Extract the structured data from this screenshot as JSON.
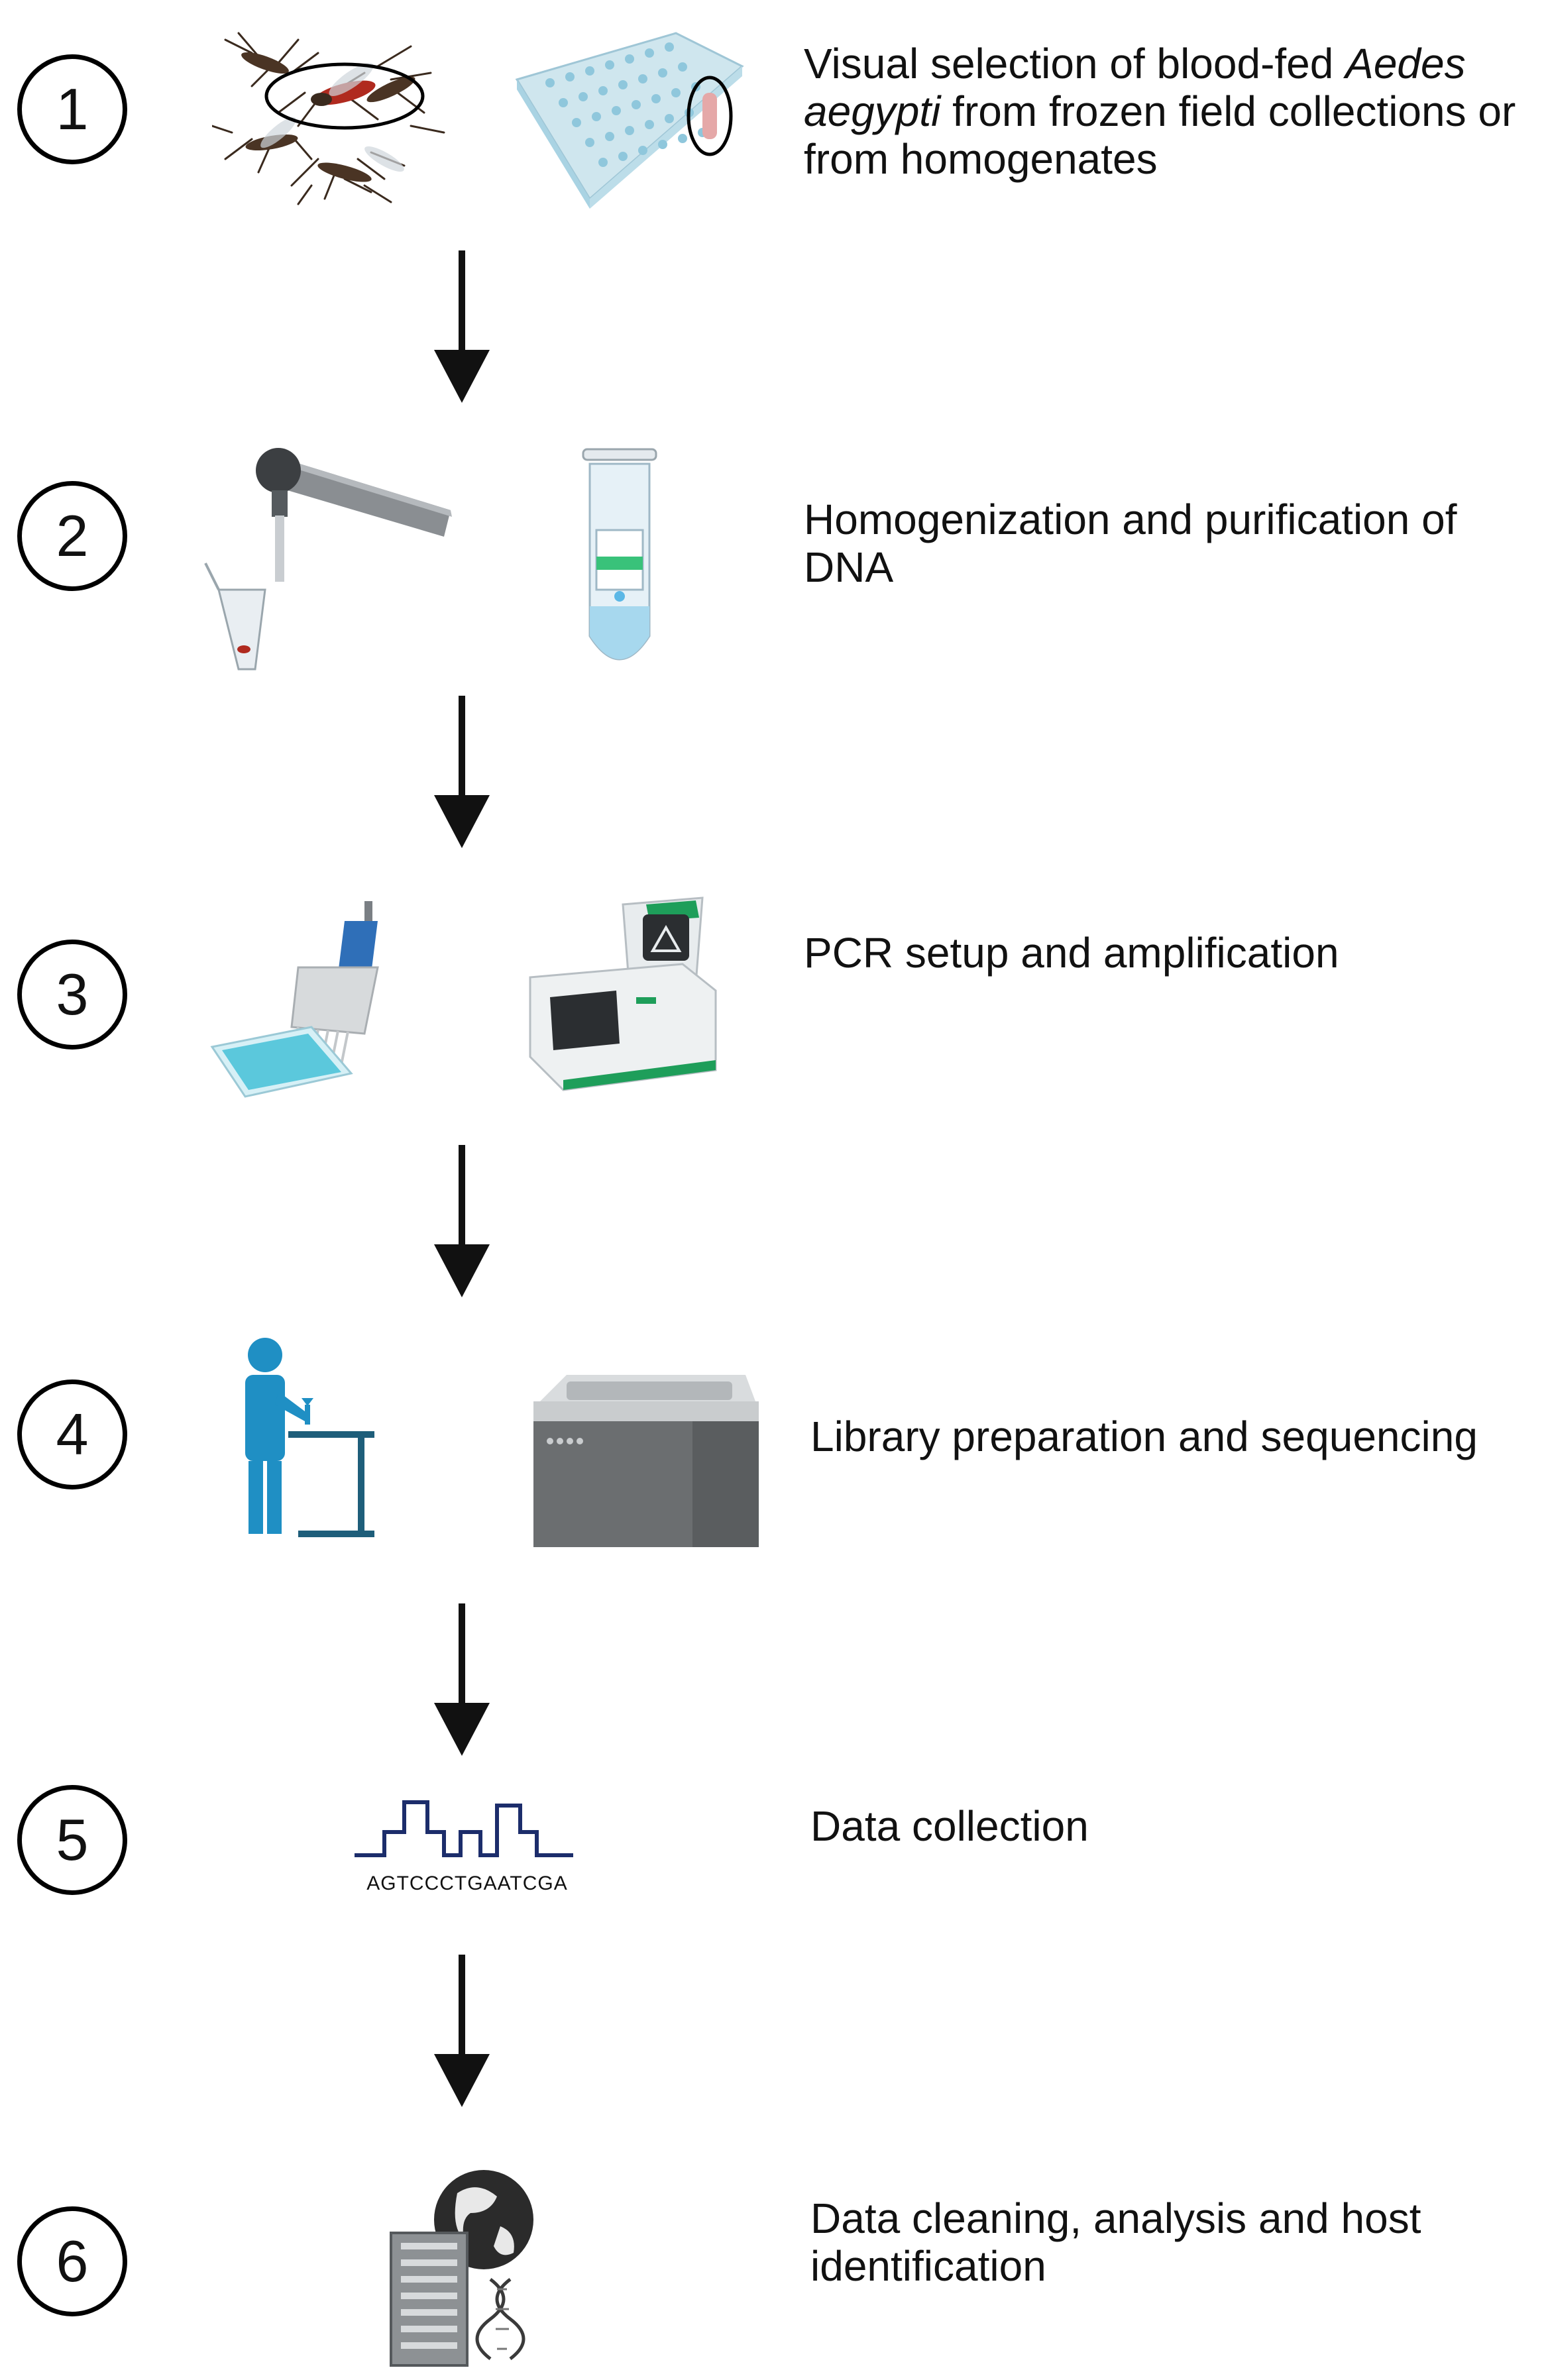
{
  "steps": [
    {
      "number": "1",
      "text_before": "Visual selection of blood-fed ",
      "text_italic": "Aedes aegypti",
      "text_after": " from frozen field collections or from homogenates"
    },
    {
      "number": "2",
      "text": "Homogenization and purification of DNA"
    },
    {
      "number": "3",
      "text": "PCR setup and amplification"
    },
    {
      "number": "4",
      "text": "Library preparation and sequencing"
    },
    {
      "number": "5",
      "text": "Data collection"
    },
    {
      "number": "6",
      "text": "Data cleaning, analysis and host identification"
    }
  ],
  "sequence_label": "AGTCCCTGAATCGA",
  "icons": {
    "step1": [
      "mosquitoes-icon",
      "well-plate-icon"
    ],
    "step2": [
      "homogenizer-icon",
      "spin-column-icon"
    ],
    "step3": [
      "multichannel-pipette-icon",
      "thermal-cycler-icon"
    ],
    "step4": [
      "lab-worker-icon",
      "sequencer-icon"
    ],
    "step5": [
      "chromatogram-icon"
    ],
    "step6": [
      "server-globe-dna-icon"
    ]
  },
  "colors": {
    "pipette_blue": "#2f6fb8",
    "plate_cyan": "#5bc8dc",
    "cycler_green": "#1e9e5a",
    "worker_blue": "#1f8fc4",
    "bench_teal": "#1e5e7a",
    "trace_navy": "#1c2d6b",
    "sequencer_gray": "#6b6e70",
    "blood_red": "#b02a1f"
  }
}
